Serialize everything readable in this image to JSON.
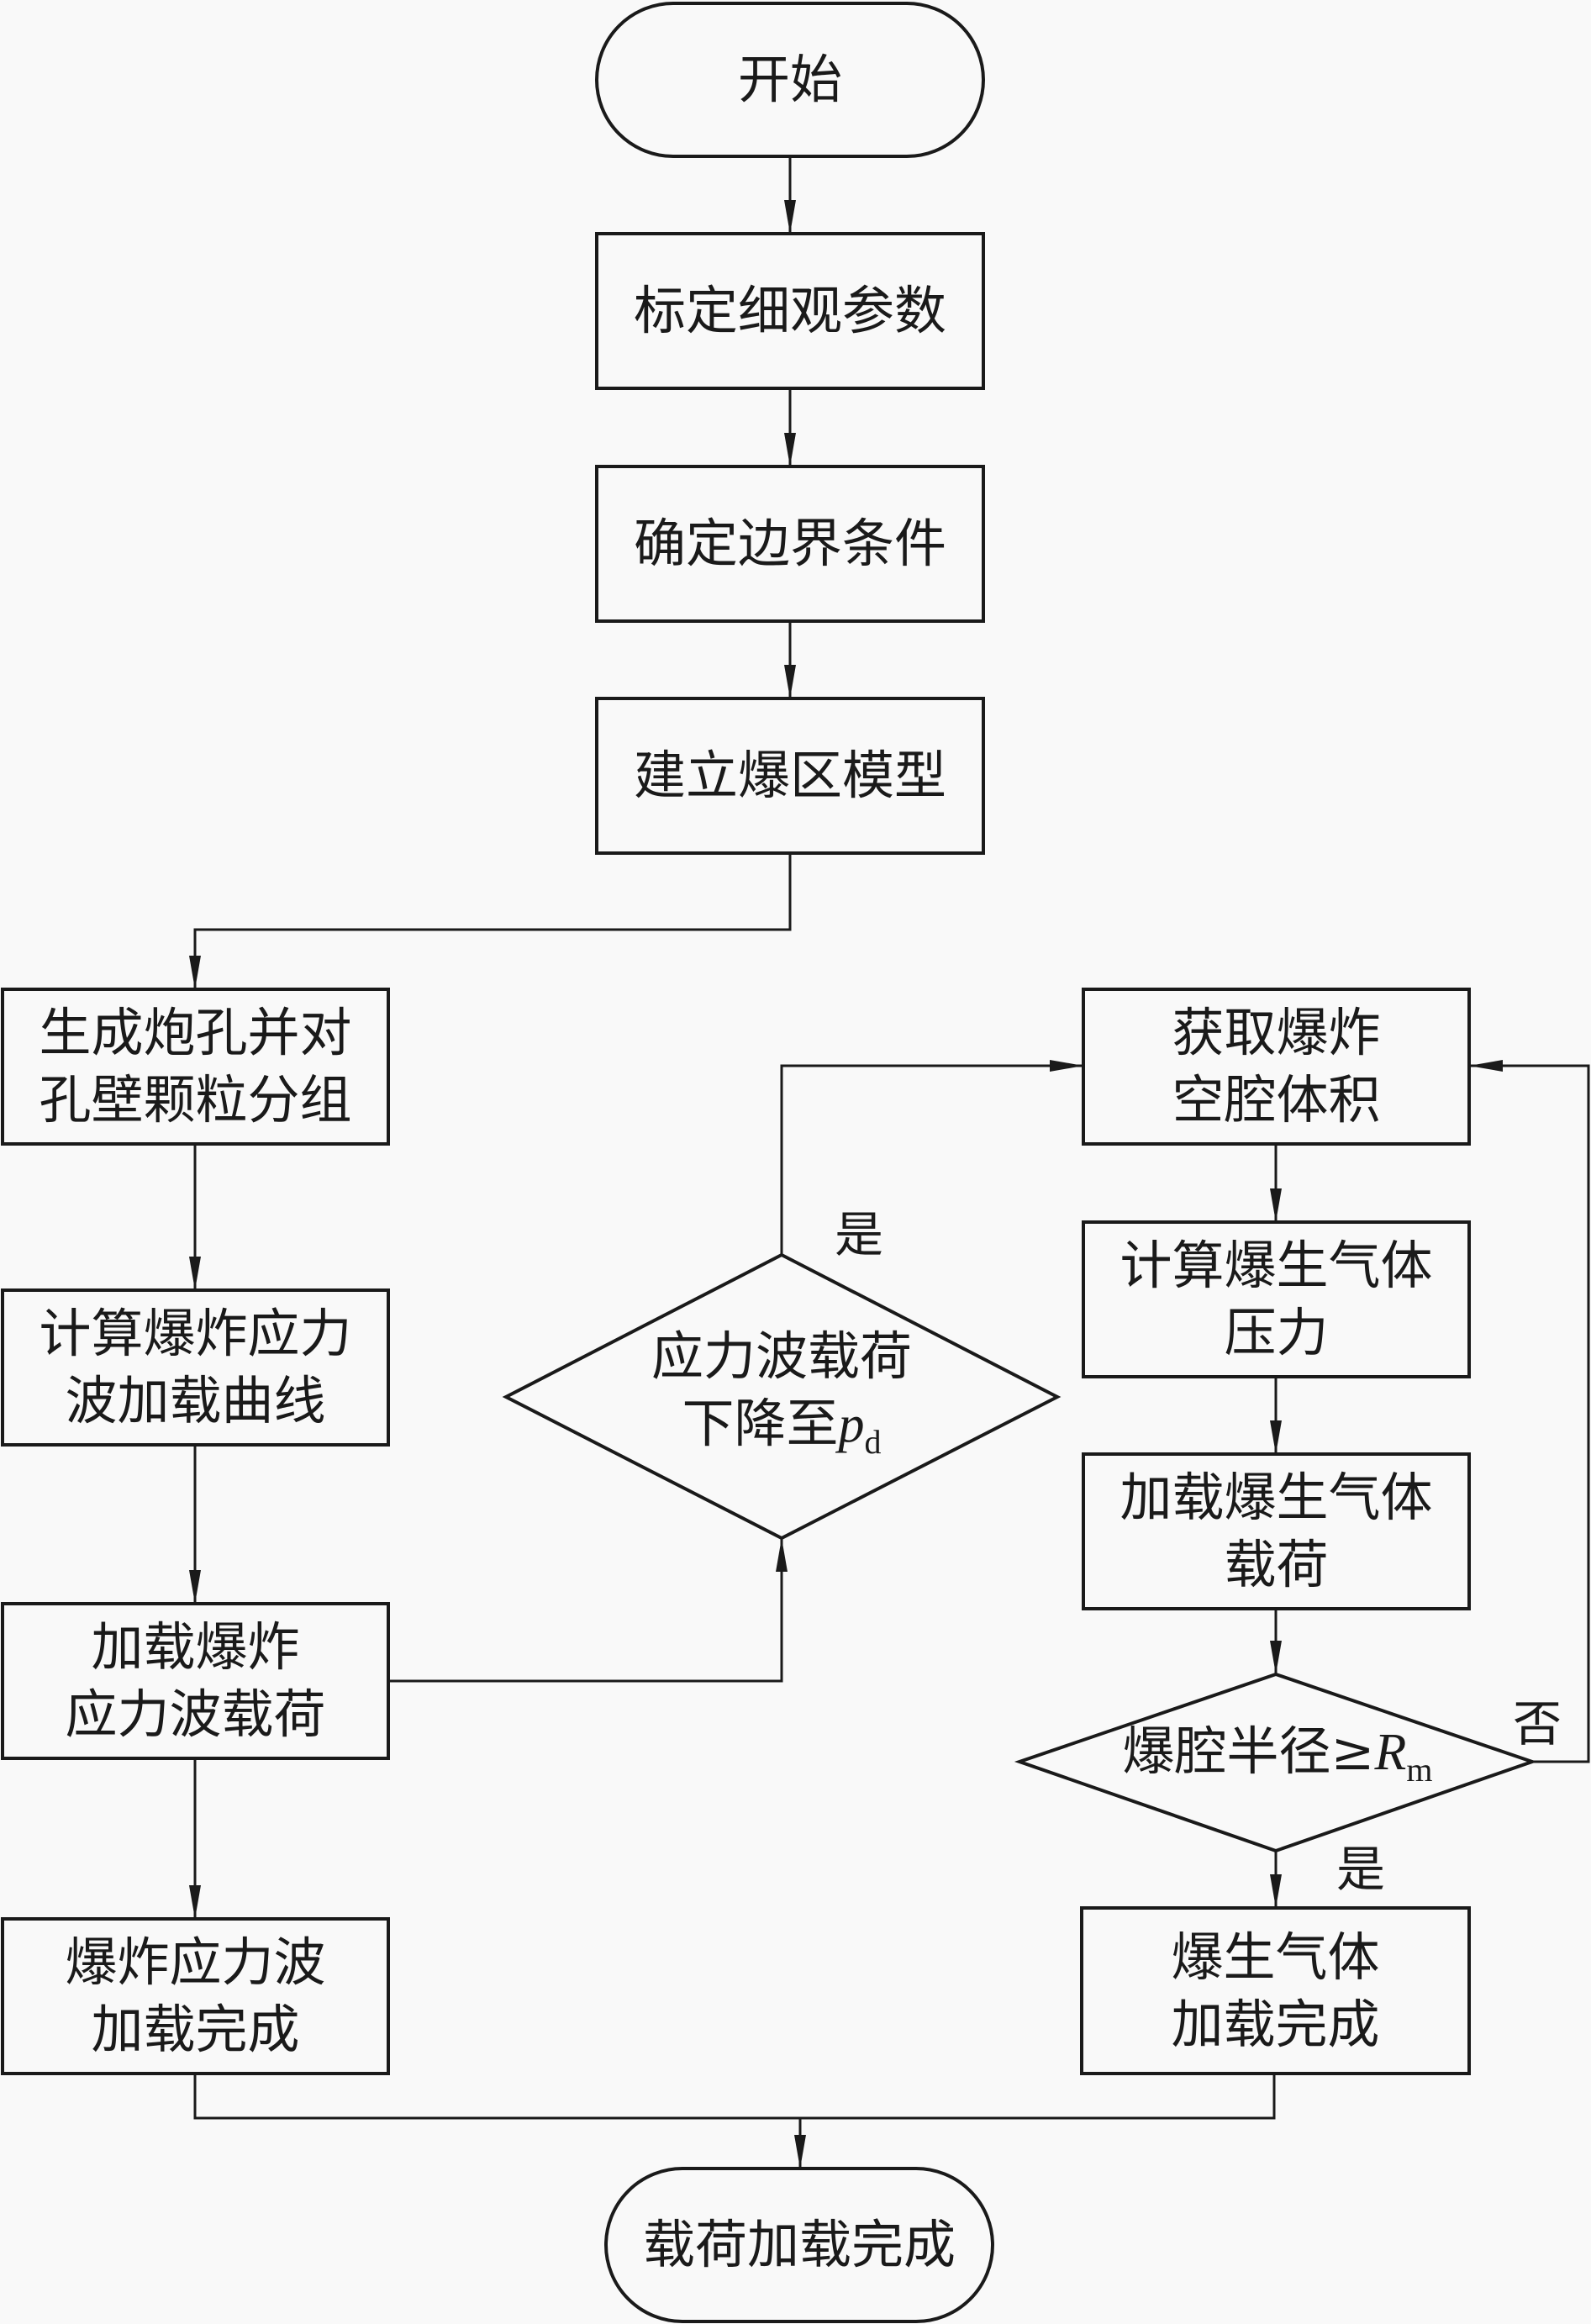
{
  "title": "爆炸载荷加载流程图",
  "colors": {
    "background": "#f9f9f9",
    "stroke": "#1a1a1a"
  },
  "nodes": {
    "start": {
      "type": "terminal",
      "lines": [
        "开始"
      ]
    },
    "calibrate": {
      "type": "process",
      "lines": [
        "标定细观参数"
      ]
    },
    "boundary": {
      "type": "process",
      "lines": [
        "确定边界条件"
      ]
    },
    "model": {
      "type": "process",
      "lines": [
        "建立爆区模型"
      ]
    },
    "borehole": {
      "type": "process",
      "lines": [
        "生成炮孔并对",
        "孔壁颗粒分组"
      ]
    },
    "calc_curve": {
      "type": "process",
      "lines": [
        "计算爆炸应力",
        "波加载曲线"
      ]
    },
    "load_stress": {
      "type": "process",
      "lines": [
        "加载爆炸",
        "应力波载荷"
      ]
    },
    "stress_done": {
      "type": "process",
      "lines": [
        "爆炸应力波",
        "加载完成"
      ]
    },
    "decision_stress": {
      "type": "decision",
      "lines": [
        "应力波载荷",
        "下降至"
      ],
      "var": "p",
      "sub": "d"
    },
    "cavity_volume": {
      "type": "process",
      "lines": [
        "获取爆炸",
        "空腔体积"
      ]
    },
    "gas_pressure": {
      "type": "process",
      "lines": [
        "计算爆生气体",
        "压力"
      ]
    },
    "gas_load": {
      "type": "process",
      "lines": [
        "加载爆生气体",
        "载荷"
      ]
    },
    "decision_radius": {
      "type": "decision",
      "lines": [
        "爆腔半径≥"
      ],
      "var": "R",
      "sub": "m"
    },
    "gas_done": {
      "type": "process",
      "lines": [
        "爆生气体",
        "加载完成"
      ]
    },
    "end": {
      "type": "terminal",
      "lines": [
        "载荷加载完成"
      ]
    }
  },
  "edge_labels": {
    "stress_yes": "是",
    "radius_no": "否",
    "radius_yes": "是"
  }
}
